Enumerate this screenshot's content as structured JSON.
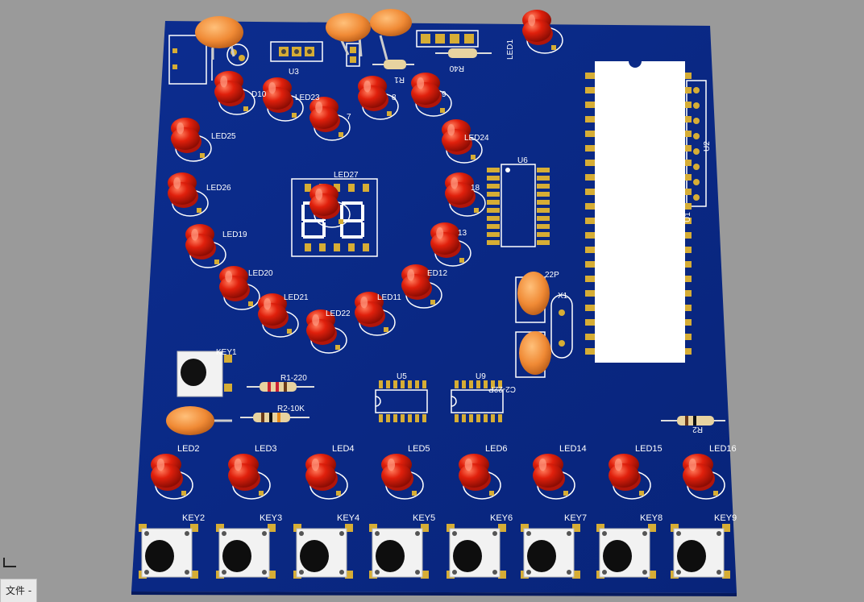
{
  "colors": {
    "background": "#9a9a9a",
    "board": "#0b2a86",
    "silkscreen": "#ffffff",
    "pad": "#d6ad35",
    "led": "#e0200c",
    "capacitor": "#f08a35",
    "chip_body": "#ffffff"
  },
  "status_tab": {
    "label": "文件 -"
  },
  "pcb": {
    "reference_labels": {
      "u3": "U3",
      "r1": "R1",
      "r40": "R40",
      "led1": "LED1",
      "led27": "LED27",
      "u6": "U6",
      "u1": "U1",
      "u2": "U2",
      "u5": "U5",
      "u9": "U9",
      "x1": "X1",
      "cap_22p": "22P",
      "c2_22p": "C2-22P",
      "r1_220": "R1-220",
      "r2_10k": "R2-10K",
      "r2": "R2",
      "key1": "KEY1",
      "frag_led23": "LED23",
      "frag_led10": "D10",
      "frag_led8": "8",
      "frag_led9": "9",
      "frag_led7": "7",
      "frag_led18": "18",
      "frag_led13": "13",
      "frag_led12": "ED12",
      "frag_led11": "LED11",
      "frag_led22": "LED22",
      "frag_led25": "LED25",
      "frag_led26": "LED26",
      "frag_led19": "LED19",
      "frag_led20": "LED20",
      "frag_led21": "LED21",
      "frag_d24": "LED24"
    },
    "led_row": [
      "LED2",
      "LED3",
      "LED4",
      "LED5",
      "LED6",
      "LED14",
      "LED15",
      "LED16"
    ],
    "key_row": [
      "KEY2",
      "KEY3",
      "KEY4",
      "KEY5",
      "KEY6",
      "KEY7",
      "KEY8",
      "KEY9"
    ]
  }
}
